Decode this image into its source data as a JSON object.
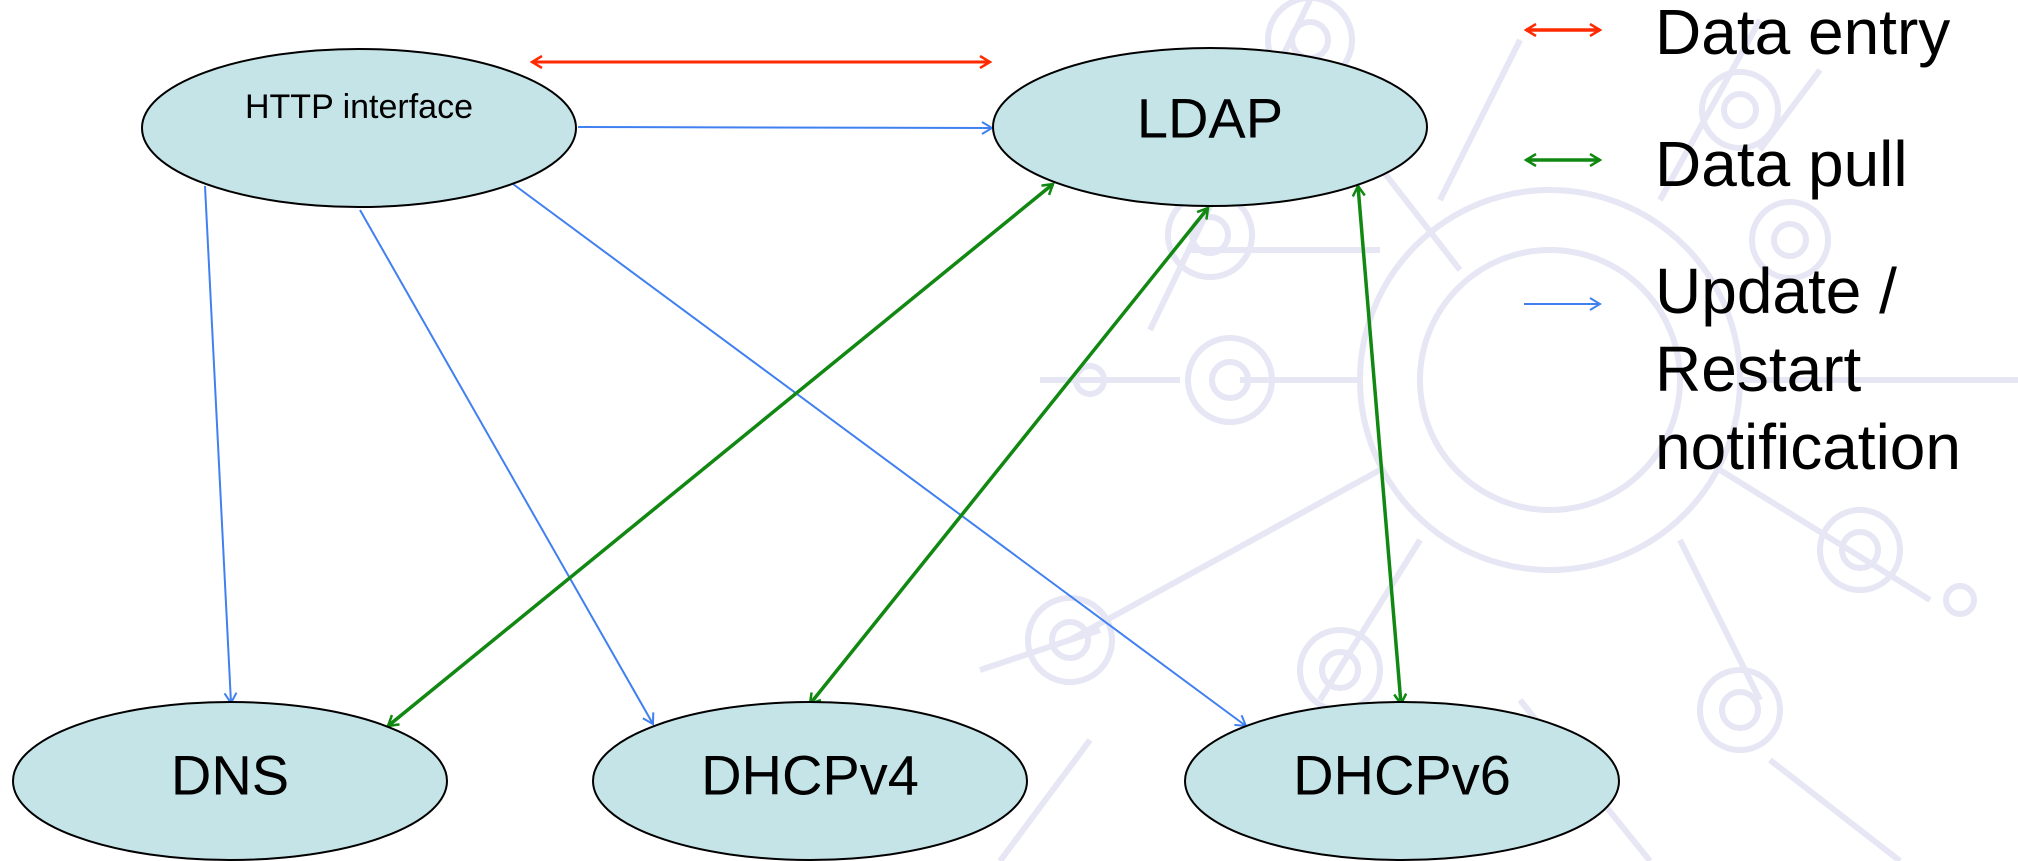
{
  "colors": {
    "data_entry": "#ff2a00",
    "data_pull": "#118811",
    "update_restart": "#4080f0",
    "node_fill": "#c5e4e8",
    "node_stroke": "#000000",
    "background_watermark": "#e6e6f4"
  },
  "nodes": {
    "http_interface": "HTTP interface",
    "ldap": "LDAP",
    "dns": "DNS",
    "dhcpv4": "DHCPv4",
    "dhcpv6": "DHCPv6"
  },
  "legend": {
    "data_entry": "Data entry",
    "data_pull": "Data pull",
    "update_lines": [
      "Update /",
      "Restart",
      "notification"
    ]
  },
  "edges": [
    {
      "from": "http_interface",
      "to": "ldap",
      "kind": "data_entry",
      "direction": "both"
    },
    {
      "from": "http_interface",
      "to": "ldap",
      "kind": "update_restart",
      "direction": "forward"
    },
    {
      "from": "http_interface",
      "to": "dns",
      "kind": "update_restart",
      "direction": "forward"
    },
    {
      "from": "http_interface",
      "to": "dhcpv4",
      "kind": "update_restart",
      "direction": "forward"
    },
    {
      "from": "http_interface",
      "to": "dhcpv6",
      "kind": "update_restart",
      "direction": "forward"
    },
    {
      "from": "ldap",
      "to": "dns",
      "kind": "data_pull",
      "direction": "both"
    },
    {
      "from": "ldap",
      "to": "dhcpv4",
      "kind": "data_pull",
      "direction": "both"
    },
    {
      "from": "ldap",
      "to": "dhcpv6",
      "kind": "data_pull",
      "direction": "both"
    }
  ]
}
